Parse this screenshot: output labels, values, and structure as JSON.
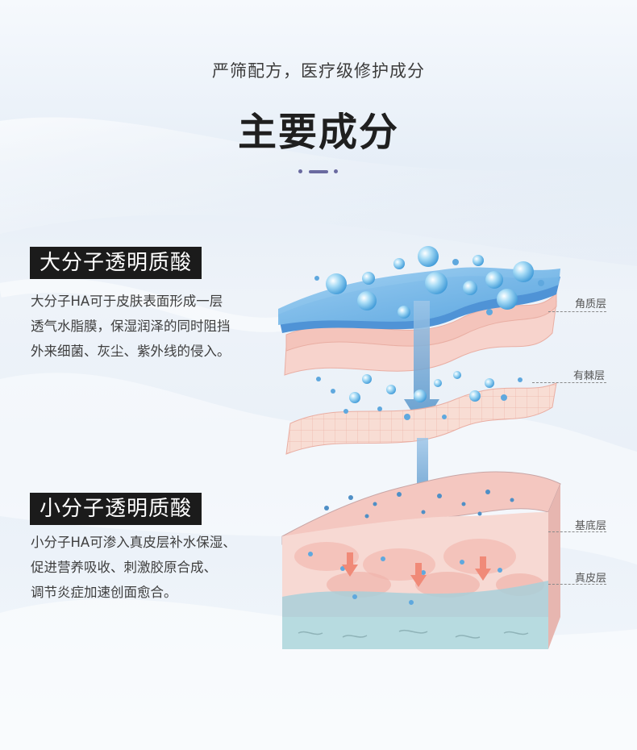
{
  "header": {
    "subtitle": "严筛配方，医疗级修护成分",
    "title": "主要成分"
  },
  "sections": [
    {
      "tag": "大分子透明质酸",
      "lines": [
        "大分子HA可于皮肤表面形成一层",
        "透气水脂膜，保湿润泽的同时阻挡",
        "外来细菌、灰尘、紫外线的侵入。"
      ]
    },
    {
      "tag": "小分子透明质酸",
      "lines": [
        "小分子HA可渗入真皮层补水保湿、",
        "促进营养吸收、刺激胶原合成、",
        "调节炎症加速创面愈合。"
      ]
    }
  ],
  "layers": [
    "角质层",
    "有棘层",
    "基底层",
    "真皮层"
  ],
  "colors": {
    "accent": "#6a6aa0",
    "tag_bg": "#1b1b1b",
    "water_blue": "#6fb3e6",
    "skin_pink": "#f4c7c0"
  }
}
